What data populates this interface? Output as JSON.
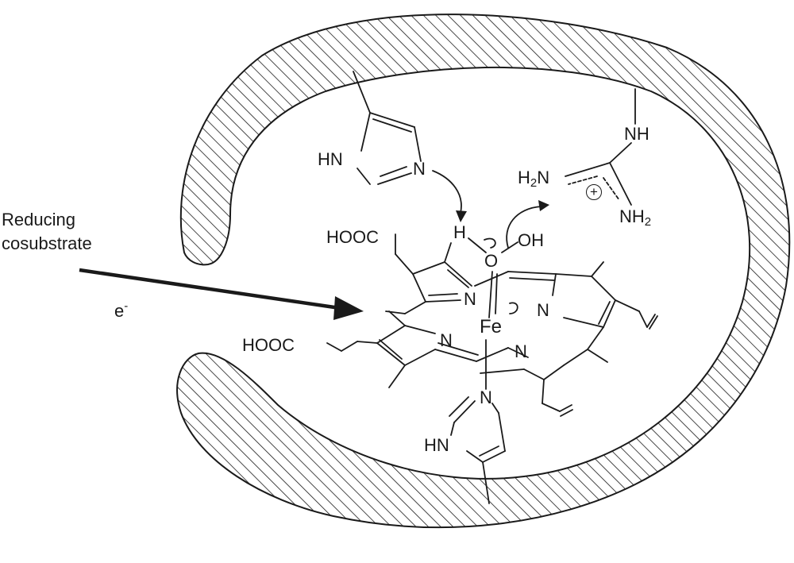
{
  "reducing_label_line1": "Reducing",
  "reducing_label_line2": "cosubstrate",
  "electron": "e",
  "electron_charge": "-",
  "atoms": {
    "hn_top": "HN",
    "n_top": "N",
    "nh_arg": "NH",
    "h2n_arg": "H",
    "h2n_sub": "2",
    "h2n_n": "N",
    "nh2_arg": "NH",
    "nh2_sub": "2",
    "plus": "+",
    "h": "H",
    "o": "O",
    "oh": "OH",
    "fe": "Fe",
    "n1": "N",
    "n2": "N",
    "n3": "N",
    "n4": "N",
    "hooc_top": "HOOC",
    "hooc_bottom": "HOOC",
    "n_bottom": "N",
    "hn_bottom": "HN"
  },
  "colors": {
    "ink": "#1a1a1a",
    "background": "#ffffff"
  }
}
